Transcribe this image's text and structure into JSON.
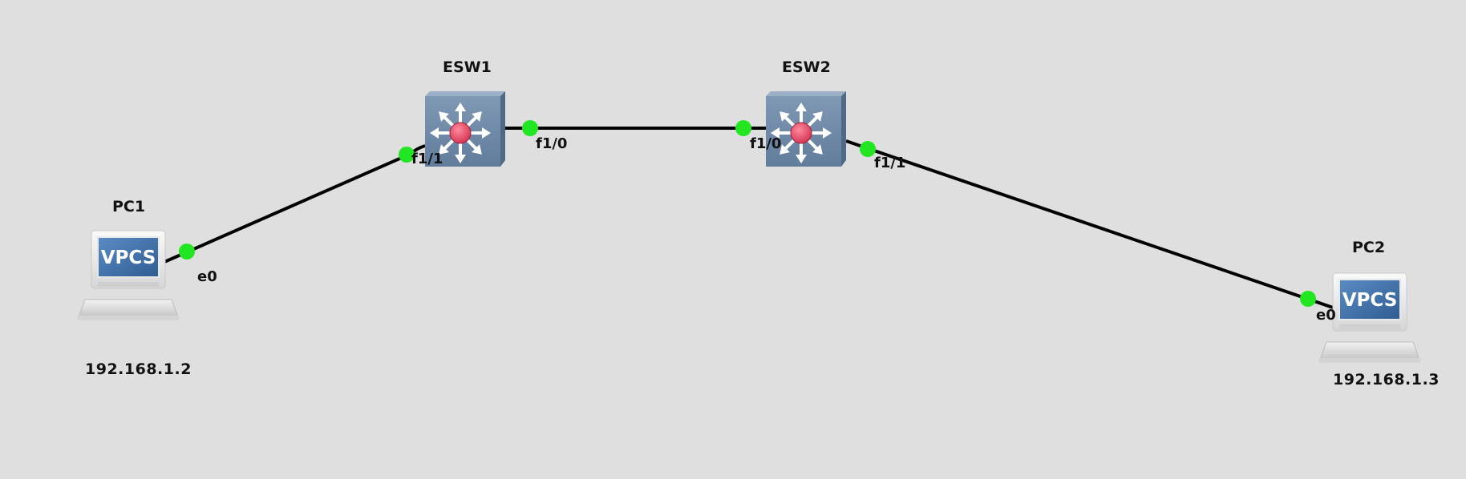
{
  "topology": {
    "nodes": [
      {
        "id": "pc1",
        "type": "vpcs",
        "name": "PC1",
        "screen_text": "VPCS",
        "address": "192.168.1.2"
      },
      {
        "id": "esw1",
        "type": "switch",
        "name": "ESW1"
      },
      {
        "id": "esw2",
        "type": "switch",
        "name": "ESW2"
      },
      {
        "id": "pc2",
        "type": "vpcs",
        "name": "PC2",
        "screen_text": "VPCS",
        "address": "192.168.1.3"
      }
    ],
    "links": [
      {
        "id": "link-pc1-esw1",
        "a": "pc1",
        "a_port": "e0",
        "b": "esw1",
        "b_port": "f1/1",
        "status": "up"
      },
      {
        "id": "link-esw1-esw2",
        "a": "esw1",
        "a_port": "f1/0",
        "b": "esw2",
        "b_port": "f1/0",
        "status": "up"
      },
      {
        "id": "link-esw2-pc2",
        "a": "esw2",
        "a_port": "f1/1",
        "b": "pc2",
        "b_port": "e0",
        "status": "up"
      }
    ]
  },
  "colors": {
    "background": "#dfdfdf",
    "link": "#000000",
    "link_up_indicator": "#22e622",
    "switch_body": "#6f8aa8",
    "switch_hub": "#e04a64",
    "vpcs_screen": "#3f6fa6"
  }
}
